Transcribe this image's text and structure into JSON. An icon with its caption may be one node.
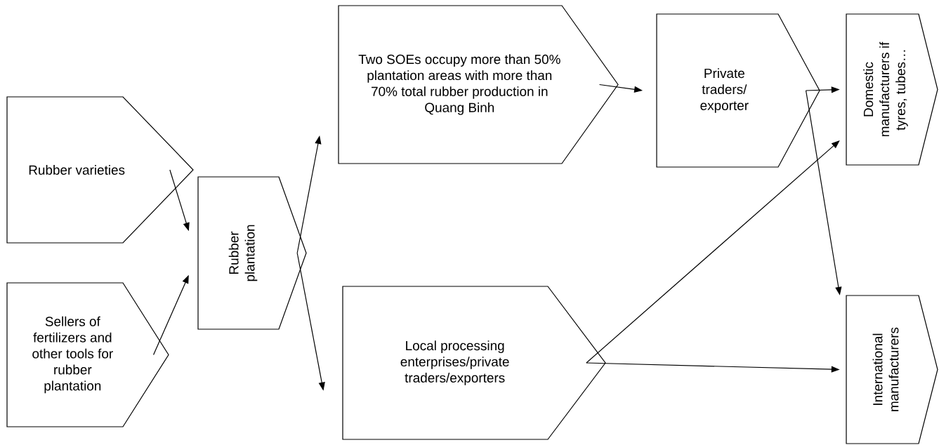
{
  "diagram": {
    "nodes": [
      {
        "text": [
          "Rubber varieties"
        ]
      },
      {
        "text": [
          "Sellers of fertilizers and other tools for rubber plantation"
        ]
      },
      {
        "text": [
          "Rubber plantation"
        ]
      },
      {
        "text": [
          "Two SOEs occupy more than 50% plantation areas with more than 70% total rubber production in Quang Binh"
        ]
      },
      {
        "text": [
          "Local processing enterprises/private traders/exporters"
        ]
      },
      {
        "text": [
          "Private traders/ exporter"
        ]
      },
      {
        "text": [
          "Domestic manufacturers if tyres, tubes…"
        ]
      },
      {
        "text": [
          "International manufacturers"
        ]
      }
    ],
    "edges": [
      {
        "from": 0,
        "to": 2,
        "arrow": "to"
      },
      {
        "from": 1,
        "to": 2,
        "arrow": "to"
      },
      {
        "from": 2,
        "to": 3,
        "arrow": "to"
      },
      {
        "from": 2,
        "to": 4,
        "arrow": "to"
      },
      {
        "from": 3,
        "to": 5,
        "arrow": "to"
      },
      {
        "from": 5,
        "to": 6,
        "arrow": "to"
      },
      {
        "from": 4,
        "to": 6,
        "arrow": "to"
      },
      {
        "from": 4,
        "to": 7,
        "arrow": "to"
      },
      {
        "from": 5,
        "to": 7,
        "arrow": "to"
      }
    ]
  }
}
